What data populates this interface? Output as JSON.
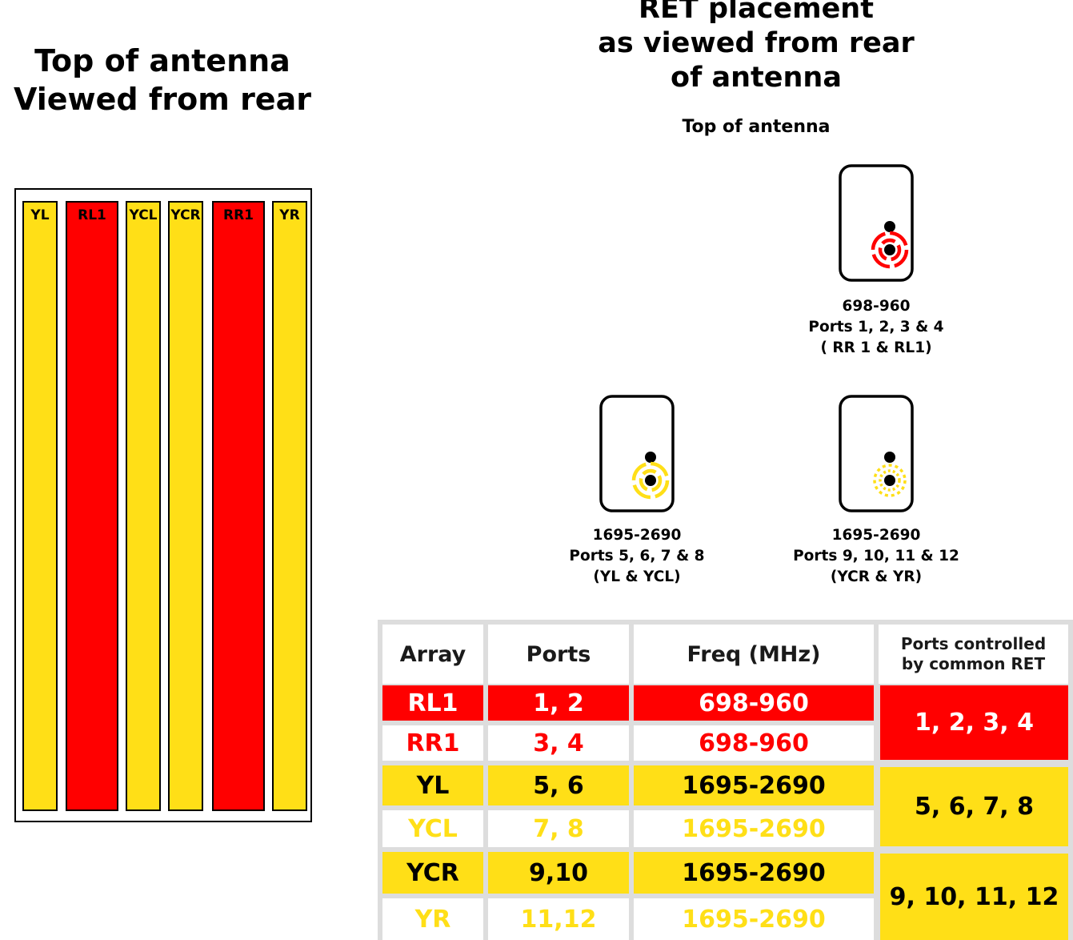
{
  "left_title": {
    "line1": "Top of antenna",
    "line2": "Viewed from rear"
  },
  "right_title": {
    "line1": "RET placement",
    "line2": "as viewed from rear",
    "line3": "of antenna"
  },
  "top_label": "Top of antenna",
  "colors": {
    "red": "#ff0000",
    "yellow": "#ffdf17",
    "black": "#000000",
    "grid": "#dddddd"
  },
  "arrays": [
    {
      "label": "YL",
      "color": "yellow"
    },
    {
      "label": "RL1",
      "color": "red"
    },
    {
      "label": "YCL",
      "color": "yellow"
    },
    {
      "label": "YCR",
      "color": "yellow"
    },
    {
      "label": "RR1",
      "color": "red"
    },
    {
      "label": "YR",
      "color": "yellow"
    }
  ],
  "rets": [
    {
      "freq": "698-960",
      "ports": "Ports 1, 2, 3 & 4",
      "arrays": "( RR 1 & RL1)",
      "ring_color": "red"
    },
    {
      "freq": "1695-2690",
      "ports": "Ports 5, 6, 7 & 8",
      "arrays": "(YL & YCL)",
      "ring_color": "yellow"
    },
    {
      "freq": "1695-2690",
      "ports": "Ports 9, 10, 11 & 12",
      "arrays": "(YCR & YR)",
      "ring_color": "yellow"
    }
  ],
  "table": {
    "headers": {
      "array": "Array",
      "ports": "Ports",
      "freq": "Freq (MHz)",
      "ret_line1": "Ports controlled",
      "ret_line2": "by common RET"
    },
    "rows": [
      {
        "array": "RL1",
        "ports": "1, 2",
        "freq": "698-960",
        "bg": "#ff0000",
        "fg": "#ffffff"
      },
      {
        "array": "RR1",
        "ports": "3, 4",
        "freq": "698-960",
        "bg": "#ffffff",
        "fg": "#ff0000"
      },
      {
        "array": "YL",
        "ports": "5, 6",
        "freq": "1695-2690",
        "bg": "#ffdf17",
        "fg": "#000000"
      },
      {
        "array": "YCL",
        "ports": "7, 8",
        "freq": "1695-2690",
        "bg": "#ffffff",
        "fg": "#ffdf17"
      },
      {
        "array": "YCR",
        "ports": "9,10",
        "freq": "1695-2690",
        "bg": "#ffdf17",
        "fg": "#000000"
      },
      {
        "array": "YR",
        "ports": "11,12",
        "freq": "1695-2690",
        "bg": "#ffffff",
        "fg": "#ffdf17"
      }
    ],
    "groups": [
      {
        "ports": "1, 2, 3, 4",
        "bg": "#ff0000",
        "fg": "#ffffff"
      },
      {
        "ports": "5, 6, 7, 8",
        "bg": "#ffdf17",
        "fg": "#000000"
      },
      {
        "ports": "9, 10, 11, 12",
        "bg": "#ffdf17",
        "fg": "#000000"
      }
    ]
  }
}
